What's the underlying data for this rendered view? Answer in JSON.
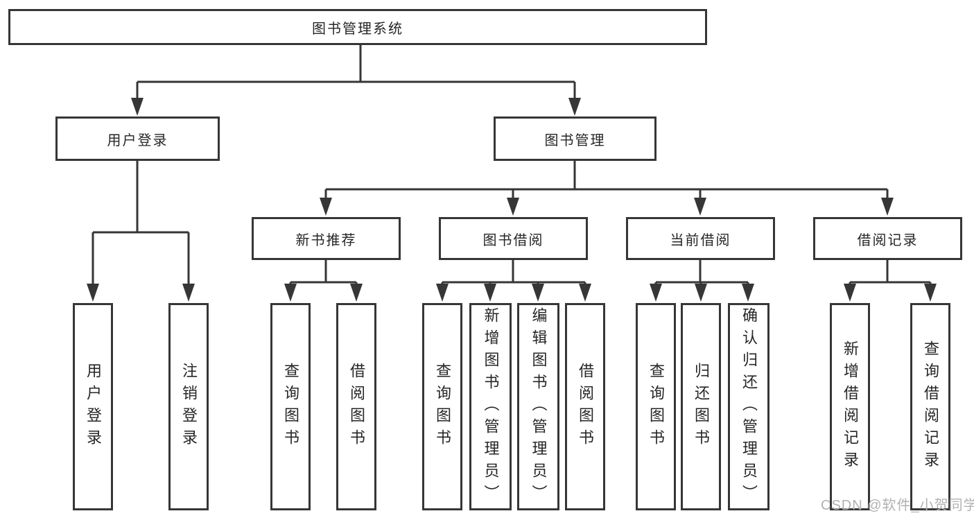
{
  "diagram": {
    "watermark": "CSDN @软件_小贺同学",
    "colors": {
      "line": "#363636",
      "text": "#262626",
      "background": "#ffffff",
      "watermark": "#b1b1b4"
    },
    "root": {
      "label": "图书管理系统",
      "children": [
        {
          "label": "用户登录",
          "children": [
            {
              "label": "用户登录"
            },
            {
              "label": "注销登录"
            }
          ]
        },
        {
          "label": "图书管理",
          "children": [
            {
              "label": "新书推荐",
              "children": [
                {
                  "label": "查询图书"
                },
                {
                  "label": "借阅图书"
                }
              ]
            },
            {
              "label": "图书借阅",
              "children": [
                {
                  "label": "查询图书"
                },
                {
                  "label": "新增图书（管理员）"
                },
                {
                  "label": "编辑图书（管理员）"
                },
                {
                  "label": "借阅图书"
                }
              ]
            },
            {
              "label": "当前借阅",
              "children": [
                {
                  "label": "查询图书"
                },
                {
                  "label": "归还图书"
                },
                {
                  "label": "确认归还（管理员）"
                }
              ]
            },
            {
              "label": "借阅记录",
              "children": [
                {
                  "label": "新增借阅记录"
                },
                {
                  "label": "查询借阅记录"
                }
              ]
            }
          ]
        }
      ]
    }
  }
}
